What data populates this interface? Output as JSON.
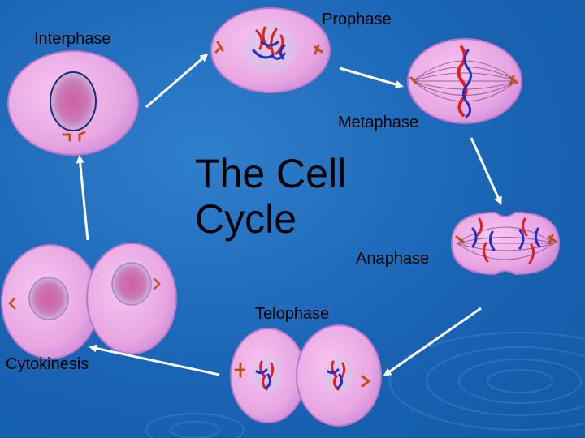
{
  "title": {
    "line1": "The Cell",
    "line2": "Cycle"
  },
  "phases": {
    "interphase": "Interphase",
    "prophase": "Prophase",
    "metaphase": "Metaphase",
    "anaphase": "Anaphase",
    "telophase": "Telophase",
    "cytokinesis": "Cytokinesis"
  },
  "colors": {
    "cell_fill": "#e8a6e3",
    "cell_edge": "#b878c8",
    "nucleus": "#c8c6e6",
    "chromosome_red": "#e02020",
    "chromosome_blue": "#2030c0",
    "arrow": "#ffffff",
    "centriole": "#c0501a"
  }
}
